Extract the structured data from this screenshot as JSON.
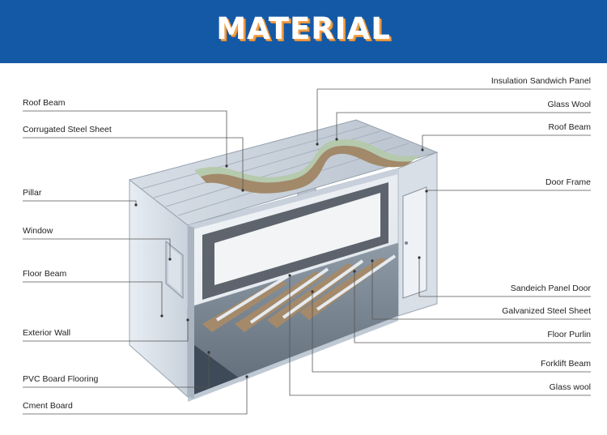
{
  "title": "MATERIAL",
  "colors": {
    "header": "#1459a6",
    "title_text": "#ffffff",
    "title_shadow": "#f0a24a",
    "leader_line": "#555555"
  },
  "labels_left": [
    "Roof Beam",
    "Corrugated Steel Sheet",
    "Pillar",
    "Window",
    "Floor Beam",
    "Exterior Wall",
    "PVC Board Flooring",
    "Cment Board"
  ],
  "labels_right": [
    "Insulation Sandwich Panel",
    "Glass Wool",
    "Roof Beam",
    "Door Frame",
    "Sandeich Panel Door",
    "Galvanized Steel Sheet",
    "Floor Purlin",
    "Forklift Beam",
    "Glass wool"
  ]
}
